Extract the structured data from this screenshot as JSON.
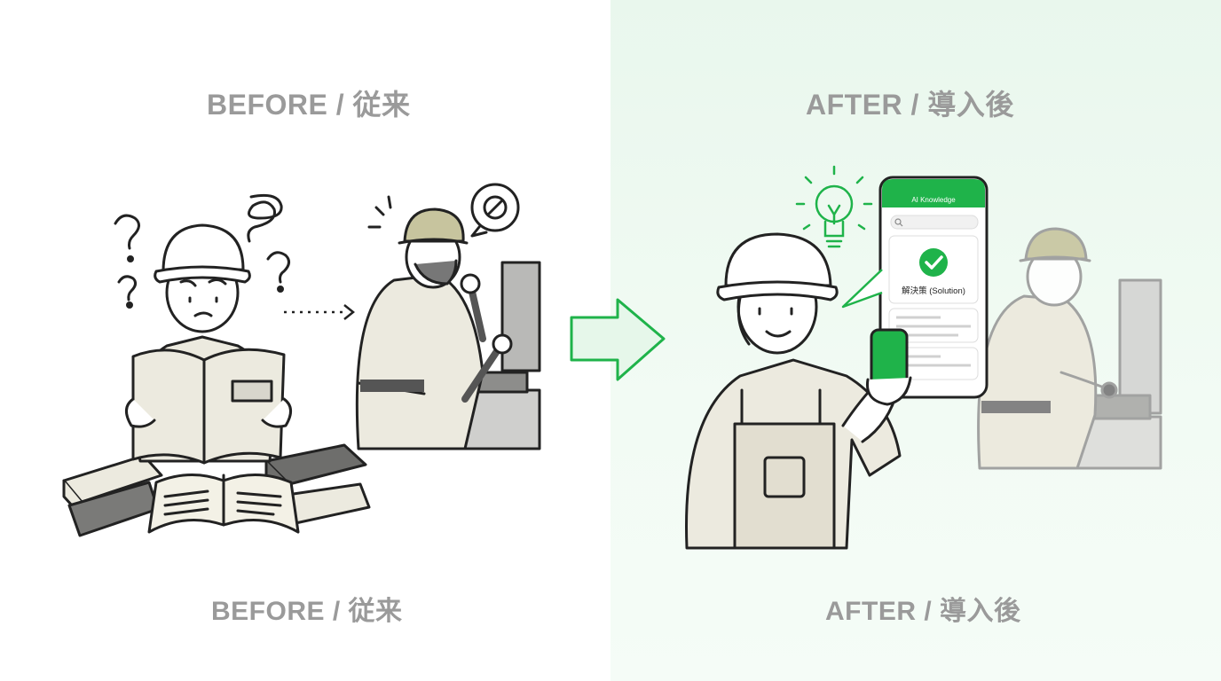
{
  "before": {
    "heading_top": "BEFORE / 従来",
    "heading_bottom": "BEFORE / 従来"
  },
  "after": {
    "heading_top": "AFTER / 導入後",
    "heading_bottom": "AFTER / 導入後",
    "phone": {
      "app_title": "AI Knowledge",
      "result_label": "解決策 (Solution)"
    }
  },
  "colors": {
    "accent_green": "#1fb34a",
    "light_green_bg": "#e9f7ed",
    "heading_gray": "#9a9a9a",
    "ink": "#222222",
    "beige": "#ece9dc"
  },
  "icons": [
    "question-mark-icon",
    "scribble-icon",
    "no-entry-icon",
    "lightbulb-icon",
    "checkmark-icon",
    "search-icon",
    "arrow-right-icon",
    "wrench-icon"
  ]
}
